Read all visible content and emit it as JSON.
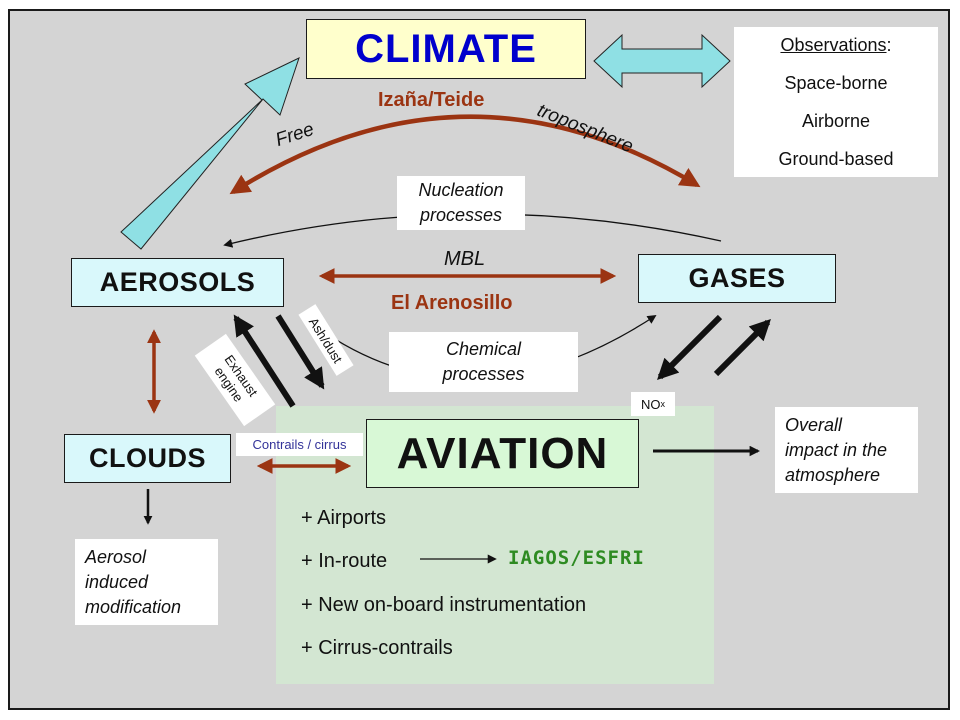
{
  "climate": "CLIMATE",
  "observations": {
    "heading": "Observations",
    "colon": ":",
    "items": [
      "Space-borne",
      "Airborne",
      "Ground-based"
    ]
  },
  "izana": "Izaña/Teide",
  "free": "Free",
  "troposphere": "troposphere",
  "nucleation": [
    "Nucleation",
    "processes"
  ],
  "aerosols": "AEROSOLS",
  "gases": "GASES",
  "mbl": "MBL",
  "arenosillo": "El Arenosillo",
  "chemical": [
    "Chemical",
    "processes"
  ],
  "ashdust": "Ash/dust",
  "exhaust": [
    "Exhaust",
    "engine"
  ],
  "nox": {
    "base": "NO",
    "sub": "x"
  },
  "clouds": "CLOUDS",
  "contrails": "Contrails / cirrus",
  "aviation": "AVIATION",
  "overall": [
    "Overall",
    "impact in the",
    "atmosphere"
  ],
  "aerosol_mod": [
    "Aerosol",
    "induced",
    "modification"
  ],
  "bullets": {
    "airports": "+ Airports",
    "inroute": "+ In-route",
    "instrumentation": "+ New on-board instrumentation",
    "cirrus": "+ Cirrus-contrails"
  },
  "iagos": "IAGOS/ESFRI",
  "colors": {
    "background": "#d4d4d4",
    "panel_green": "#d3e6d2",
    "node_fill": "#d9f8fb",
    "climate_fill": "#ffffcc",
    "climate_text": "#0000cc",
    "brown": "#9b3412",
    "iagos_green": "#2e8b22",
    "big_arrow": "#8fe0e4"
  }
}
